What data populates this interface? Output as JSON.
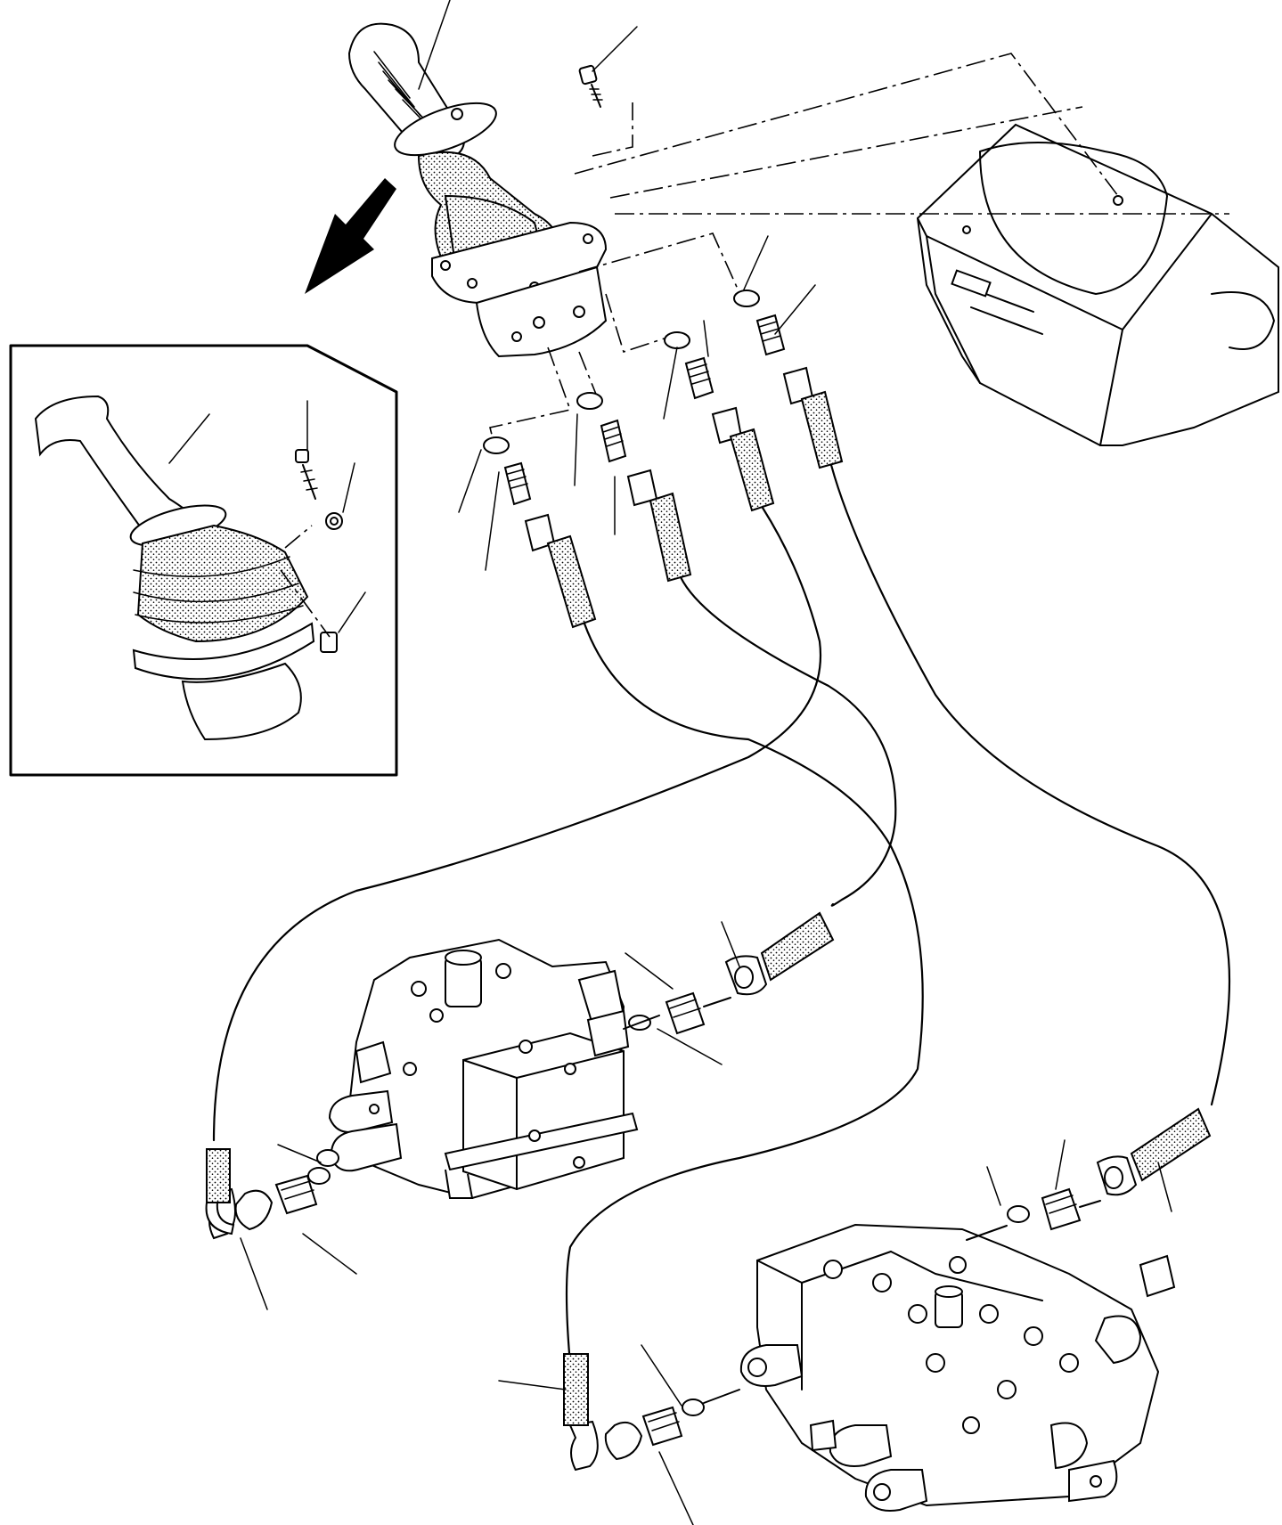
{
  "diagram": {
    "colors": {
      "line": "#000000",
      "background": "#ffffff"
    },
    "components": {
      "joystick": "joystick-assembly",
      "inset": "alternate-joystick-inset",
      "mount": "cab-mounting-bracket",
      "valve_upper": "control-valve-upper",
      "valve_lower": "control-valve-lower",
      "arrow": "view-direction-arrow"
    }
  }
}
